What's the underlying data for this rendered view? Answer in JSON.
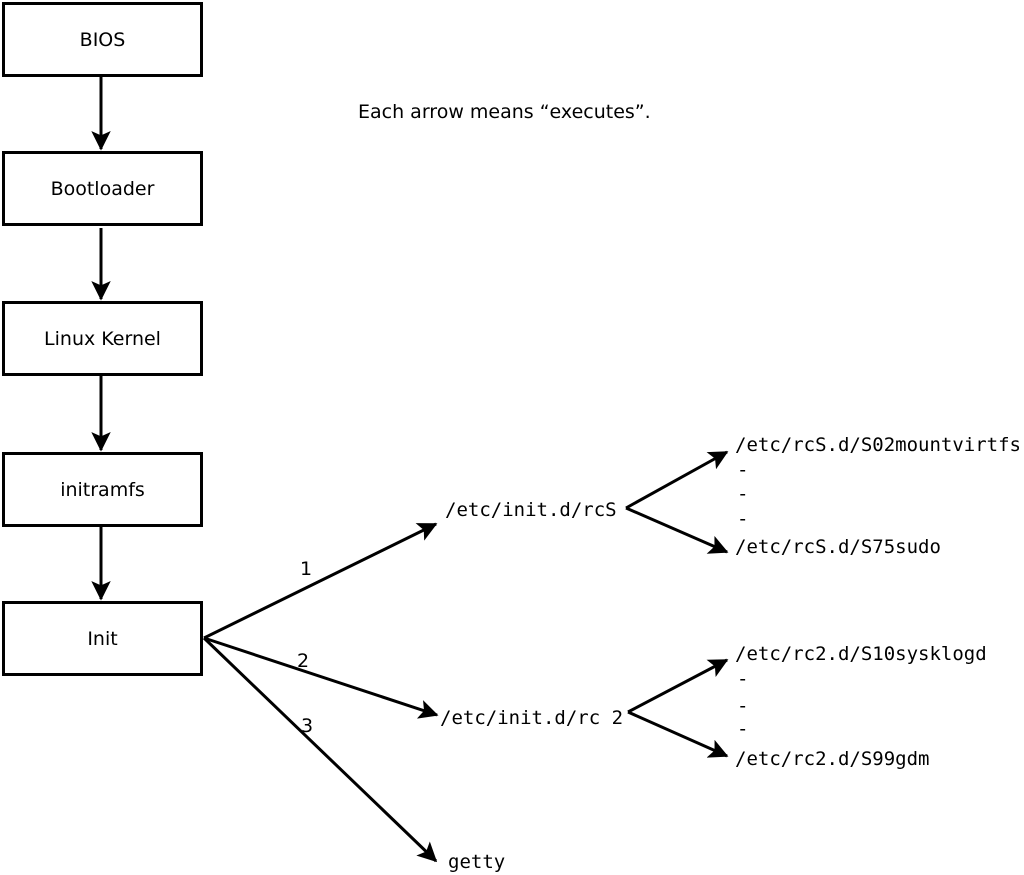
{
  "note": {
    "text": "Each arrow means “executes”."
  },
  "boxes": [
    {
      "label": "BIOS"
    },
    {
      "label": "Bootloader"
    },
    {
      "label": "Linux Kernel"
    },
    {
      "label": "initramfs"
    },
    {
      "label": "Init"
    }
  ],
  "edge_labels": [
    "1",
    "2",
    "3"
  ],
  "processes": {
    "rcS": {
      "label": "/etc/init.d/rcS",
      "children": [
        "/etc/rcS.d/S02mountvirtfs",
        "-",
        "-",
        "-",
        "/etc/rcS.d/S75sudo"
      ]
    },
    "rc2": {
      "label": "/etc/init.d/rc 2",
      "children": [
        "/etc/rc2.d/S10sysklogd",
        "-",
        "-",
        "-",
        "/etc/rc2.d/S99gdm"
      ]
    },
    "getty": {
      "label": "getty"
    }
  },
  "colors": {
    "background": "#ffffff",
    "line": "#000000",
    "box_border": "#000000",
    "box_fill": "#ffffff",
    "text": "#000000"
  }
}
